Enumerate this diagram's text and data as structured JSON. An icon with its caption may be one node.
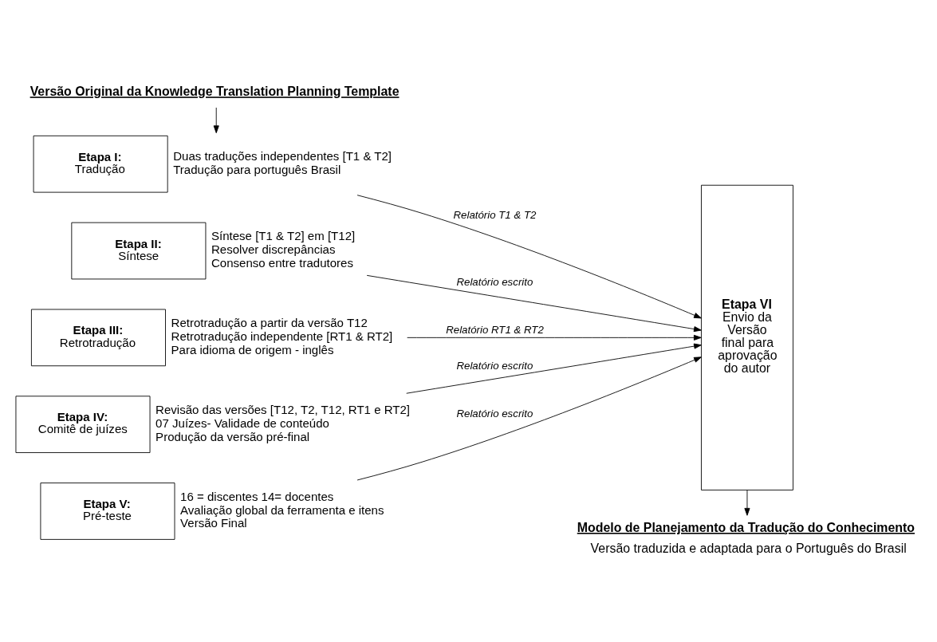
{
  "diagram": {
    "nodes": [
      {
        "text": [
          "Versão Original da Knowledge Translation Planning Template"
        ]
      },
      {
        "text": [
          "Etapa I:",
          "Tradução"
        ],
        "beside": [
          "Duas traduções independentes [T1 & T2]",
          "Tradução para português Brasil"
        ]
      },
      {
        "text": [
          "Etapa II:",
          "Síntese"
        ],
        "beside": [
          "Síntese [T1 & T2] em [T12]",
          "Resolver discrepâncias",
          "Consenso entre tradutores"
        ]
      },
      {
        "text": [
          "Etapa III:",
          "Retrotradução"
        ],
        "beside": [
          "Retrotradução a partir da versão T12",
          "Retrotradução independente [RT1 & RT2]",
          "Para idioma de origem - inglês"
        ]
      },
      {
        "text": [
          "Etapa IV:",
          "Comitê de juízes"
        ],
        "beside": [
          "Revisão das versões [T12, T2, T12, RT1 e RT2]",
          "07 Juízes- Validade de conteúdo",
          "Produção da versão pré-final"
        ]
      },
      {
        "text": [
          "Etapa V:",
          "Pré-teste"
        ],
        "beside": [
          "16 = discentes 14= docentes",
          "Avaliação global da ferramenta e itens",
          "Versão Final"
        ]
      },
      {
        "text": [
          "Etapa VI",
          "Envio da Versão final para aprovação do autor"
        ]
      },
      {
        "text": [
          "Modelo de Planejamento da Tradução do Conhecimento",
          "Versão traduzida e adaptada para o Português do Brasil"
        ]
      }
    ],
    "edges": [
      {
        "from": 0,
        "to": 1,
        "arrow": "to"
      },
      {
        "from": 1,
        "to": 6,
        "arrow": "to",
        "label": "Relatório T1 & T2"
      },
      {
        "from": 2,
        "to": 6,
        "arrow": "to",
        "label": "Relatório escrito"
      },
      {
        "from": 3,
        "to": 6,
        "arrow": "to",
        "label": "Relatório RT1 & RT2"
      },
      {
        "from": 4,
        "to": 6,
        "arrow": "to",
        "label": "Relatório escrito"
      },
      {
        "from": 5,
        "to": 6,
        "arrow": "to",
        "label": "Relatório escrito"
      },
      {
        "from": 6,
        "to": 7,
        "arrow": "to"
      }
    ]
  }
}
